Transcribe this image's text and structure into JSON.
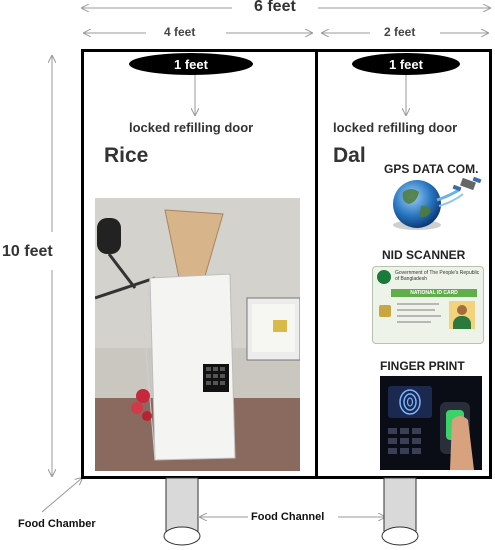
{
  "dimensions": {
    "total_width": "6 feet",
    "left_width": "4 feet",
    "right_width": "2 feet",
    "height": "10 feet"
  },
  "left_chamber": {
    "door_size": "1 feet",
    "door_label": "locked refilling door",
    "grain": "Rice"
  },
  "right_chamber": {
    "door_size": "1 feet",
    "door_label": "locked refilling door",
    "grain": "Dal"
  },
  "devices": {
    "gps": "GPS DATA COM.",
    "nid": "NID SCANNER",
    "nid_card_header": "Government of The People's Republic of Bangladesh",
    "nid_card_title": "NATIONAL ID CARD",
    "finger": "FINGER PRINT"
  },
  "labels": {
    "food_chamber": "Food Chamber",
    "food_channel": "Food Channel"
  },
  "colors": {
    "frame": "#000000",
    "arrow": "#999999",
    "pipe_fill": "#d9d9d9",
    "nid_green": "#5fae4a"
  }
}
